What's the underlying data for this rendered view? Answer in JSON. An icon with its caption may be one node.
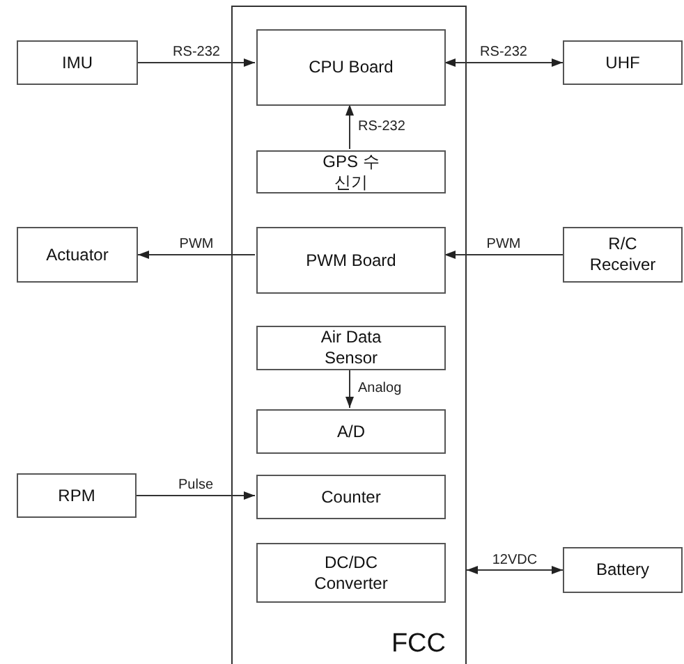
{
  "diagram": {
    "nodes": [
      {
        "text": [
          "FCC"
        ]
      },
      {
        "text": [
          "CPU Board"
        ],
        "in": 0
      },
      {
        "text": [
          "GPS 수신기"
        ],
        "in": 0
      },
      {
        "text": [
          "PWM Board"
        ],
        "in": 0
      },
      {
        "text": [
          "Air Data Sensor"
        ],
        "in": 0
      },
      {
        "text": [
          "A/D"
        ],
        "in": 0
      },
      {
        "text": [
          "Counter"
        ],
        "in": 0
      },
      {
        "text": [
          "DC/DC Converter"
        ],
        "in": 0
      },
      {
        "text": [
          "IMU"
        ]
      },
      {
        "text": [
          "UHF"
        ]
      },
      {
        "text": [
          "Actuator"
        ]
      },
      {
        "text": [
          "R/C Receiver"
        ]
      },
      {
        "text": [
          "RPM"
        ]
      },
      {
        "text": [
          "Battery"
        ]
      }
    ],
    "edges": [
      {
        "from": 8,
        "to": 1,
        "arrow": "to",
        "label": "RS-232"
      },
      {
        "from": 9,
        "to": 1,
        "arrow": "both",
        "label": "RS-232"
      },
      {
        "from": 2,
        "to": 1,
        "arrow": "to",
        "label": "RS-232"
      },
      {
        "from": 3,
        "to": 10,
        "arrow": "to",
        "label": "PWM"
      },
      {
        "from": 11,
        "to": 3,
        "arrow": "to",
        "label": "PWM"
      },
      {
        "from": 4,
        "to": 5,
        "arrow": "to",
        "label": "Analog"
      },
      {
        "from": 12,
        "to": 6,
        "arrow": "to",
        "label": "Pulse"
      },
      {
        "from": 13,
        "to": 0,
        "arrow": "both",
        "label": "12VDC"
      }
    ]
  }
}
